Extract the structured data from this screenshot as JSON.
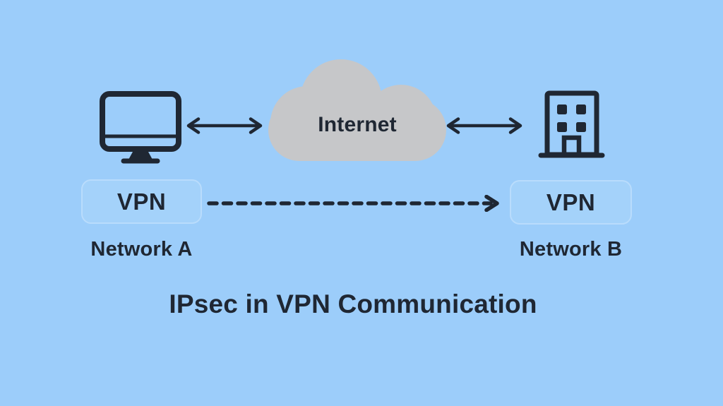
{
  "diagram": {
    "title": "IPsec in VPN Communication",
    "cloud_label": "Internet",
    "left_node": {
      "device": "desktop-computer",
      "vpn_label": "VPN",
      "network_label": "Network A"
    },
    "right_node": {
      "device": "office-building",
      "vpn_label": "VPN",
      "network_label": "Network B"
    },
    "connections": [
      {
        "from": "computer",
        "to": "internet",
        "style": "solid-double-arrow"
      },
      {
        "from": "internet",
        "to": "building",
        "style": "solid-double-arrow"
      },
      {
        "from": "vpn-a",
        "to": "vpn-b",
        "style": "dashed-arrow-right"
      }
    ]
  },
  "colors": {
    "bg": "#9ccdfa",
    "ink": "#1f2733",
    "cloud": "#c6c7c9",
    "box-fill": "#a4d2fa",
    "box-border": "#b9dcfc"
  }
}
